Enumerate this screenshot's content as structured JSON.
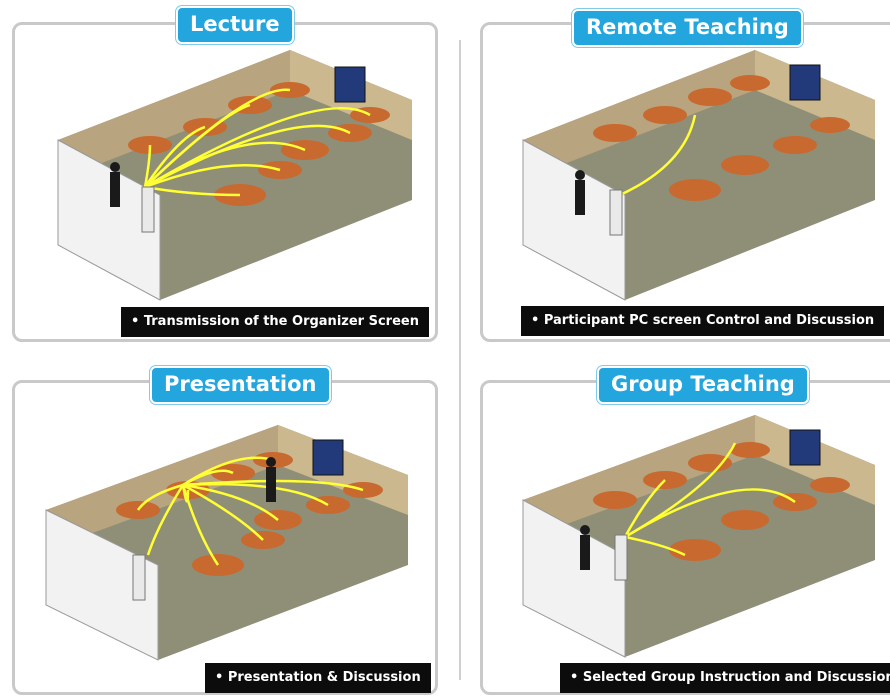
{
  "panels": {
    "lecture": {
      "title": "Lecture",
      "caption": "• Transmission of the Organizer Screen"
    },
    "remote": {
      "title": "Remote Teaching",
      "caption": "• Participant PC screen Control and Discussion"
    },
    "presentation": {
      "title": "Presentation",
      "caption": "• Presentation & Discussion"
    },
    "group": {
      "title": "Group Teaching",
      "caption": "• Selected Group Instruction and Discussion"
    }
  },
  "colors": {
    "badge": "#23a5dd",
    "caption_bg": "#0c0c0c",
    "arrow": "#ffff33",
    "desk": "#c8692f",
    "floor": "#8f8f78",
    "wall": "#b8a47e"
  }
}
